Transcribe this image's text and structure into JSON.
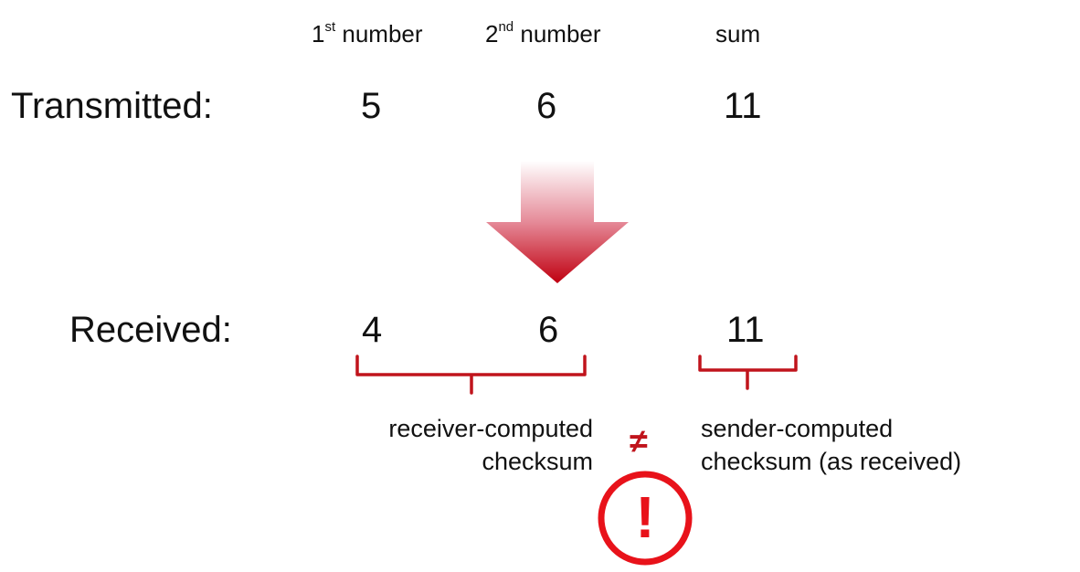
{
  "headers": {
    "first": {
      "prefix": "1",
      "sup": "st",
      "suffix": " number"
    },
    "second": {
      "prefix": "2",
      "sup": "nd",
      "suffix": " number"
    },
    "sum": "sum"
  },
  "transmitted": {
    "label": "Transmitted:",
    "first": "5",
    "second": "6",
    "sum": "11"
  },
  "received": {
    "label": "Received:",
    "first": "4",
    "second": "6",
    "sum": "11"
  },
  "captions": {
    "receiver_line1": "receiver-computed",
    "receiver_line2": "checksum",
    "sender_line1": "sender-computed",
    "sender_line2": "checksum (as received)"
  },
  "not_equal_symbol": "≠",
  "alert_symbol": "!",
  "colors": {
    "accent": "#c0141c",
    "alert": "#e8121a",
    "text": "#111111"
  }
}
